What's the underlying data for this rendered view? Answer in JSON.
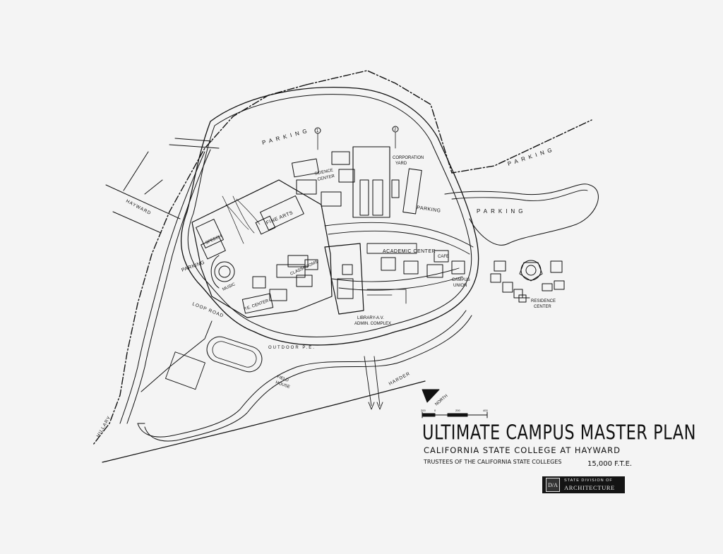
{
  "map": {
    "parking_labels": [
      "PARKING",
      "PARKING",
      "PARKING",
      "PARKING",
      "PARKING"
    ],
    "building_labels": {
      "science_center": [
        "SCIENCE",
        "CENTER"
      ],
      "corporation_yard": [
        "CORPORATION",
        "YARD"
      ],
      "fine_arts": "FINE ARTS",
      "speech": "SPEECH",
      "music": "MUSIC",
      "pe_center": "P.E. CENTER",
      "academic_center": "ACADEMIC CENTER",
      "cafe": "CAFE",
      "campus_union": [
        "CAMPUS",
        "UNION"
      ],
      "library": [
        "LIBRARY-A.V.",
        "ADMIN. COMPLEX"
      ],
      "residence_center": [
        "RESIDENCE",
        "CENTER"
      ],
      "field_house": [
        "FIELD",
        "HOUSE"
      ],
      "classrooms": "CLASSROOMS"
    },
    "road_labels": {
      "loop_road": "LOOP ROAD",
      "hayward": "HAYWARD",
      "harder": "HARDER",
      "hillary": "HILLARY",
      "outdoor_pe": "OUTDOOR P.E."
    },
    "markers": [
      "1",
      "2"
    ],
    "north_label": "NORTH",
    "scale_ticks": [
      "200",
      "0",
      "200",
      "400"
    ]
  },
  "title_block": {
    "title": "ULTIMATE CAMPUS MASTER PLAN",
    "subtitle": "CALIFORNIA STATE COLLEGE AT HAYWARD",
    "trustees": "TRUSTEES OF THE CALIFORNIA STATE COLLEGES",
    "fte": "15,000 F.T.E.",
    "agency_logo": "D/A",
    "agency_line1": "STATE DIVISION OF",
    "agency_line2": "ARCHITECTURE"
  }
}
